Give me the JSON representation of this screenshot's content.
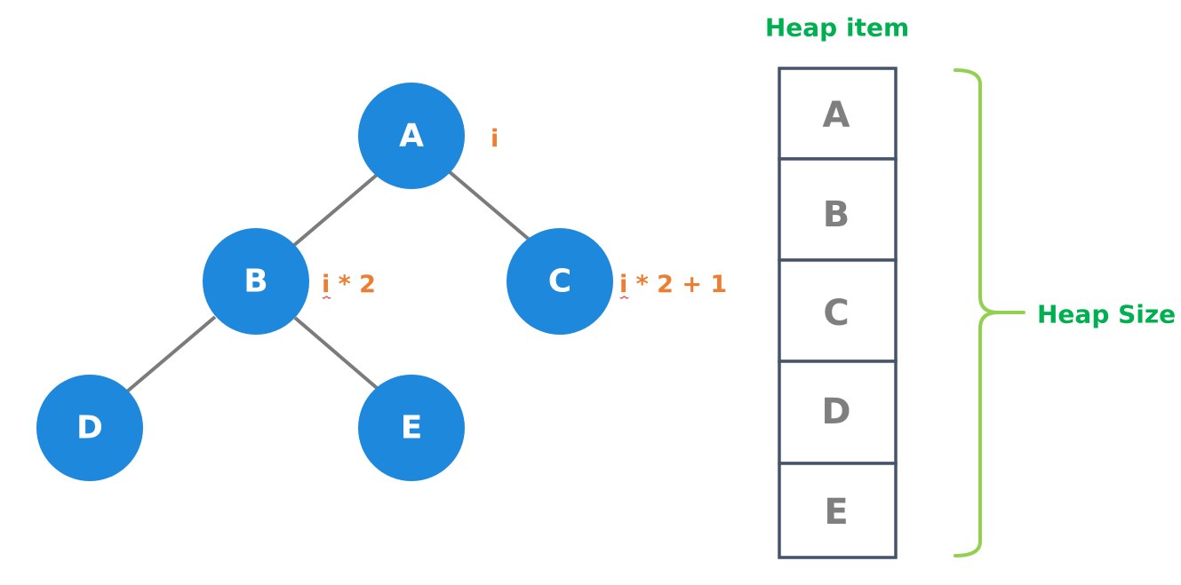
{
  "tree": {
    "nodes": [
      {
        "id": "A",
        "label": "A"
      },
      {
        "id": "B",
        "label": "B"
      },
      {
        "id": "C",
        "label": "C"
      },
      {
        "id": "D",
        "label": "D"
      },
      {
        "id": "E",
        "label": "E"
      }
    ],
    "index_labels": {
      "a": "i",
      "b": "i * 2",
      "c": "i * 2 + 1"
    }
  },
  "heap": {
    "title": "Heap item",
    "items": [
      "A",
      "B",
      "C",
      "D",
      "E"
    ],
    "size_label": "Heap Size"
  },
  "colors": {
    "node_fill": "#1e88dc",
    "node_text": "#ffffff",
    "edge": "#7b7b7b",
    "index_text": "#ed7d31",
    "heap_border": "#44546a",
    "heap_text": "#7f7f7f",
    "title_green": "#00b050",
    "brace_green": "#92d050"
  }
}
